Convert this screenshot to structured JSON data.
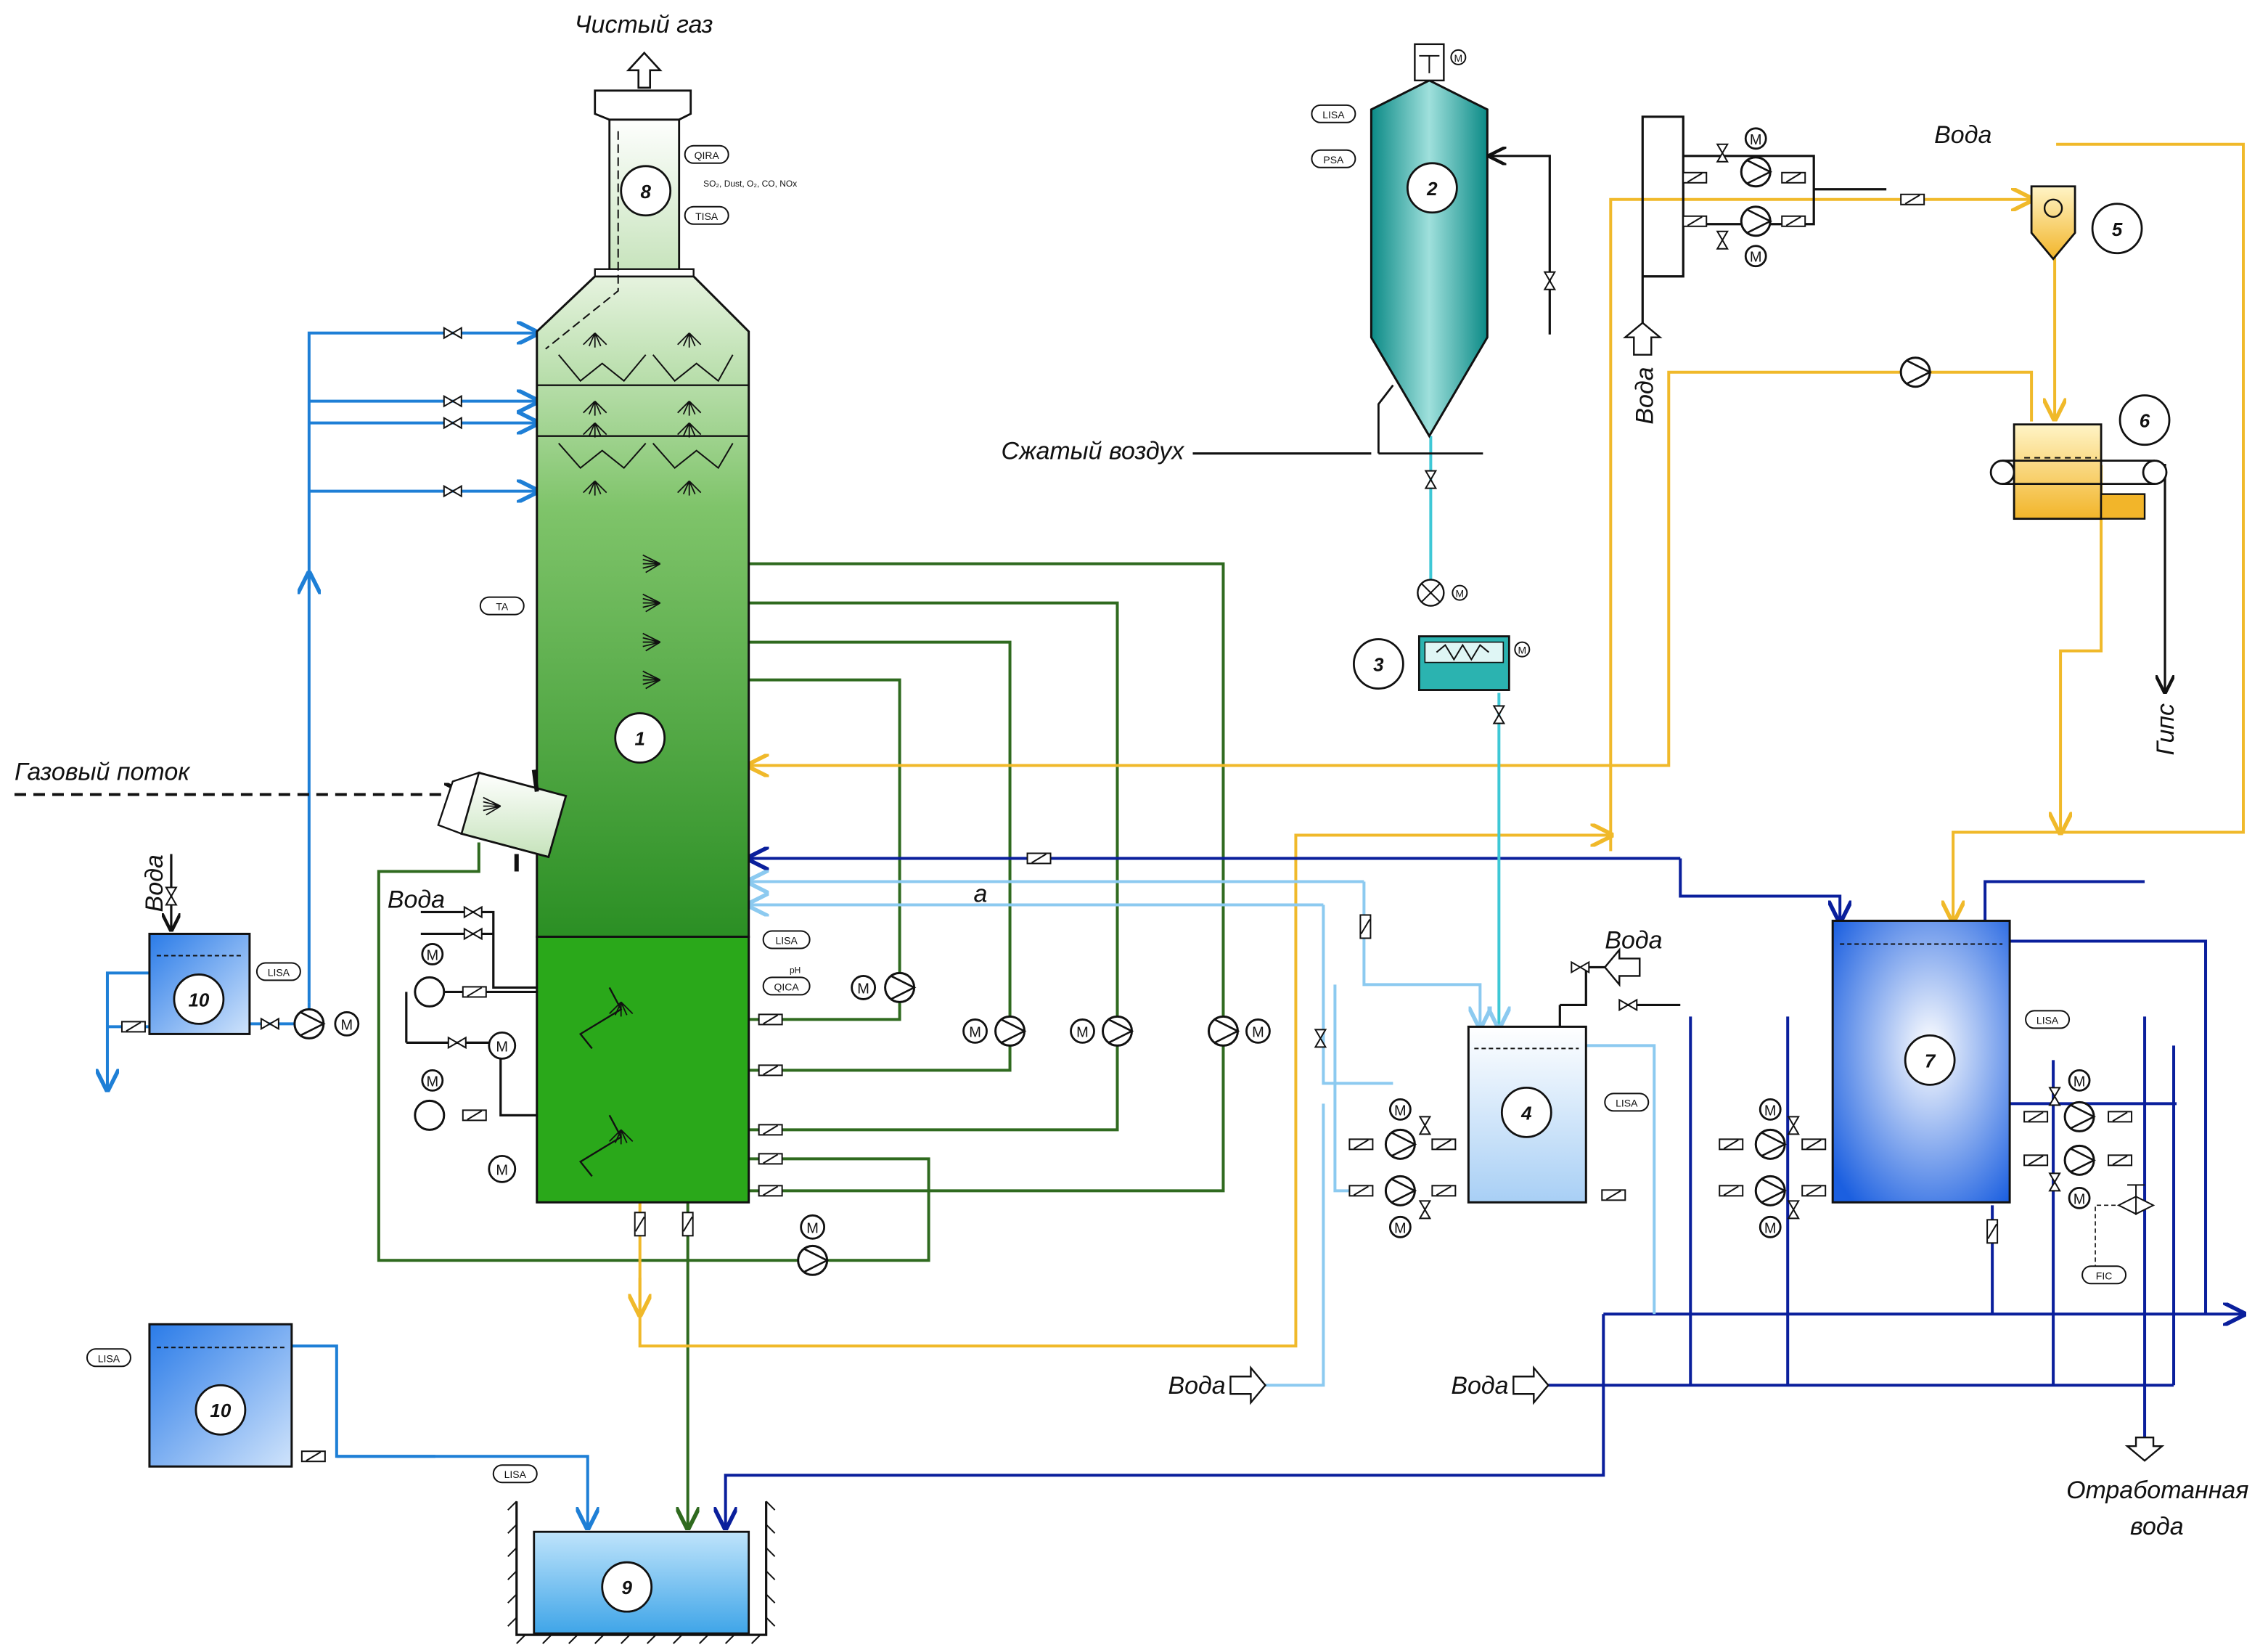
{
  "labels": {
    "clean_gas": "Чистый газ",
    "gas_flow": "Газовый поток",
    "compressed_air": "Сжатый воздух",
    "gypsum": "Гипс",
    "water": "Вода",
    "waste_water_1": "Отработанная",
    "waste_water_2": "вода",
    "stream_a": "a"
  },
  "equipment_numbers": {
    "absorber": "1",
    "silo": "2",
    "dosing": "3",
    "prep_tank": "4",
    "hydrocyclone": "5",
    "belt_filter": "6",
    "process_tank": "7",
    "stack": "8",
    "sump": "9",
    "tank10a": "10",
    "tank10b": "10"
  },
  "instruments": {
    "qira": "QIRA",
    "qira_note": "SO₂, Dust, O₂, CO, NOx",
    "tisa": "TISA",
    "lisa": "LISA",
    "psa": "PSA",
    "ta": "TA",
    "qica": "QICA",
    "ph": "pH",
    "fic": "FIC",
    "motor": "M"
  },
  "colors": {
    "absorber_top": "#d6ead0",
    "absorber_mid": "#3fa23f",
    "absorber_sump": "#2aa81a",
    "silo": "#0f9a96",
    "tank_blue": "#1f6fe0",
    "tank_light": "#cfe6ff",
    "gypsum_yellow": "#f5c22b",
    "line_yellow": "#f0b92a",
    "line_green": "#2f6a1f",
    "line_navy": "#0a1f9c",
    "line_blue": "#1e7fd6",
    "line_light": "#8ccaf0",
    "line_cyan": "#3ec8d6"
  }
}
